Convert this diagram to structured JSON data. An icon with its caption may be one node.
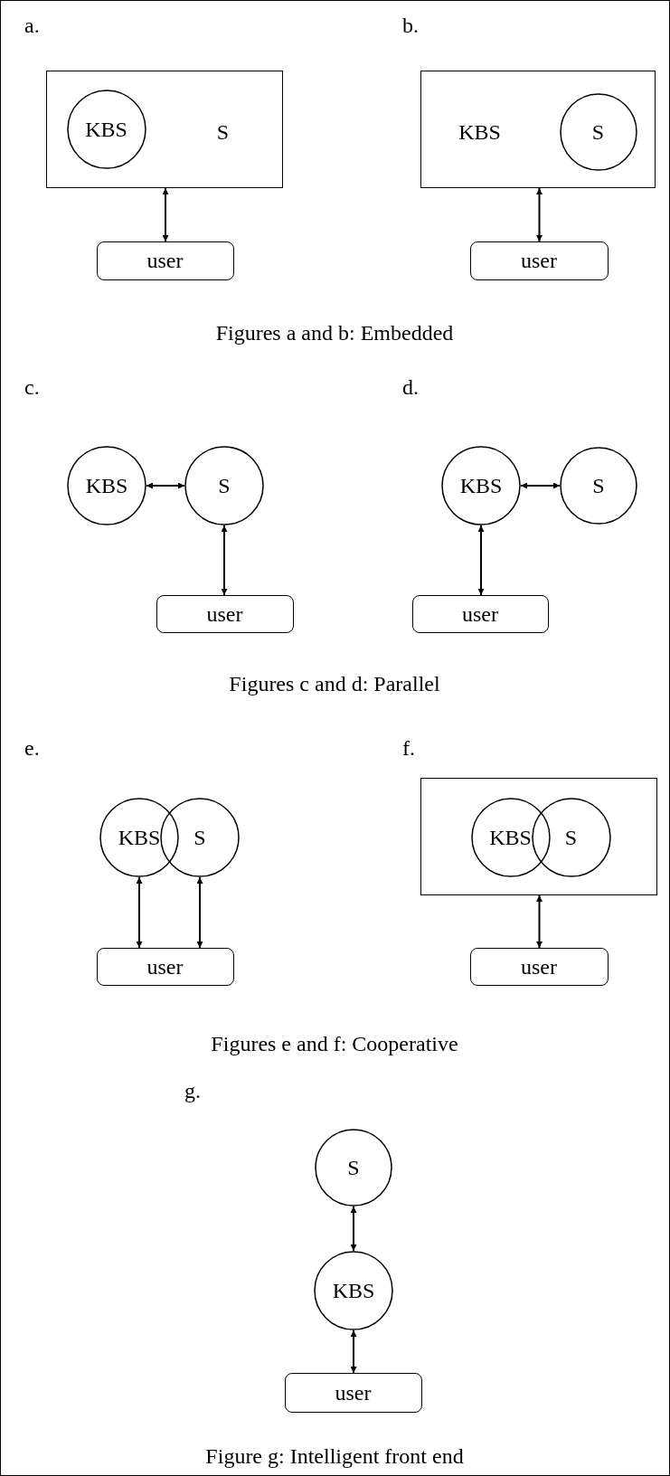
{
  "diagram": {
    "nodes": [
      {
        "text": [
          "S"
        ]
      },
      {
        "text": [
          "KBS"
        ],
        "in": 0
      },
      {
        "text": [
          "user"
        ]
      },
      {
        "text": [
          "KBS"
        ]
      },
      {
        "text": [
          "S"
        ],
        "in": 3
      },
      {
        "text": [
          "user"
        ]
      },
      {
        "text": [
          "KBS"
        ]
      },
      {
        "text": [
          "S"
        ]
      },
      {
        "text": [
          "user"
        ]
      },
      {
        "text": [
          "KBS"
        ]
      },
      {
        "text": [
          "S"
        ]
      },
      {
        "text": [
          "user"
        ]
      },
      {
        "text": [
          "KBS"
        ]
      },
      {
        "text": [
          "S"
        ]
      },
      {
        "text": [
          "user"
        ]
      },
      {
        "text": [],
        "shape": "box"
      },
      {
        "text": [
          "KBS"
        ],
        "in": 15
      },
      {
        "text": [
          "S"
        ],
        "in": 15
      },
      {
        "text": [
          "user"
        ]
      },
      {
        "text": [
          "S"
        ]
      },
      {
        "text": [
          "KBS"
        ]
      },
      {
        "text": [
          "user"
        ]
      }
    ],
    "edges": [
      {
        "from": 0,
        "to": 2,
        "arrow": "both"
      },
      {
        "from": 3,
        "to": 5,
        "arrow": "both"
      },
      {
        "from": 6,
        "to": 7,
        "arrow": "both"
      },
      {
        "from": 7,
        "to": 8,
        "arrow": "both"
      },
      {
        "from": 9,
        "to": 10,
        "arrow": "both"
      },
      {
        "from": 9,
        "to": 11,
        "arrow": "both"
      },
      {
        "from": 12,
        "to": 14,
        "arrow": "both"
      },
      {
        "from": 13,
        "to": 14,
        "arrow": "both"
      },
      {
        "from": 15,
        "to": 18,
        "arrow": "both"
      },
      {
        "from": 19,
        "to": 20,
        "arrow": "both"
      },
      {
        "from": 20,
        "to": 21,
        "arrow": "both"
      }
    ],
    "labels": [
      "a.",
      "b.",
      "Figures a and b: Embedded",
      "c.",
      "d.",
      "Figures c and d: Parallel",
      "e.",
      "f.",
      "Figures e and f: Cooperative",
      "g.",
      "Figure g: Intelligent front end"
    ]
  }
}
